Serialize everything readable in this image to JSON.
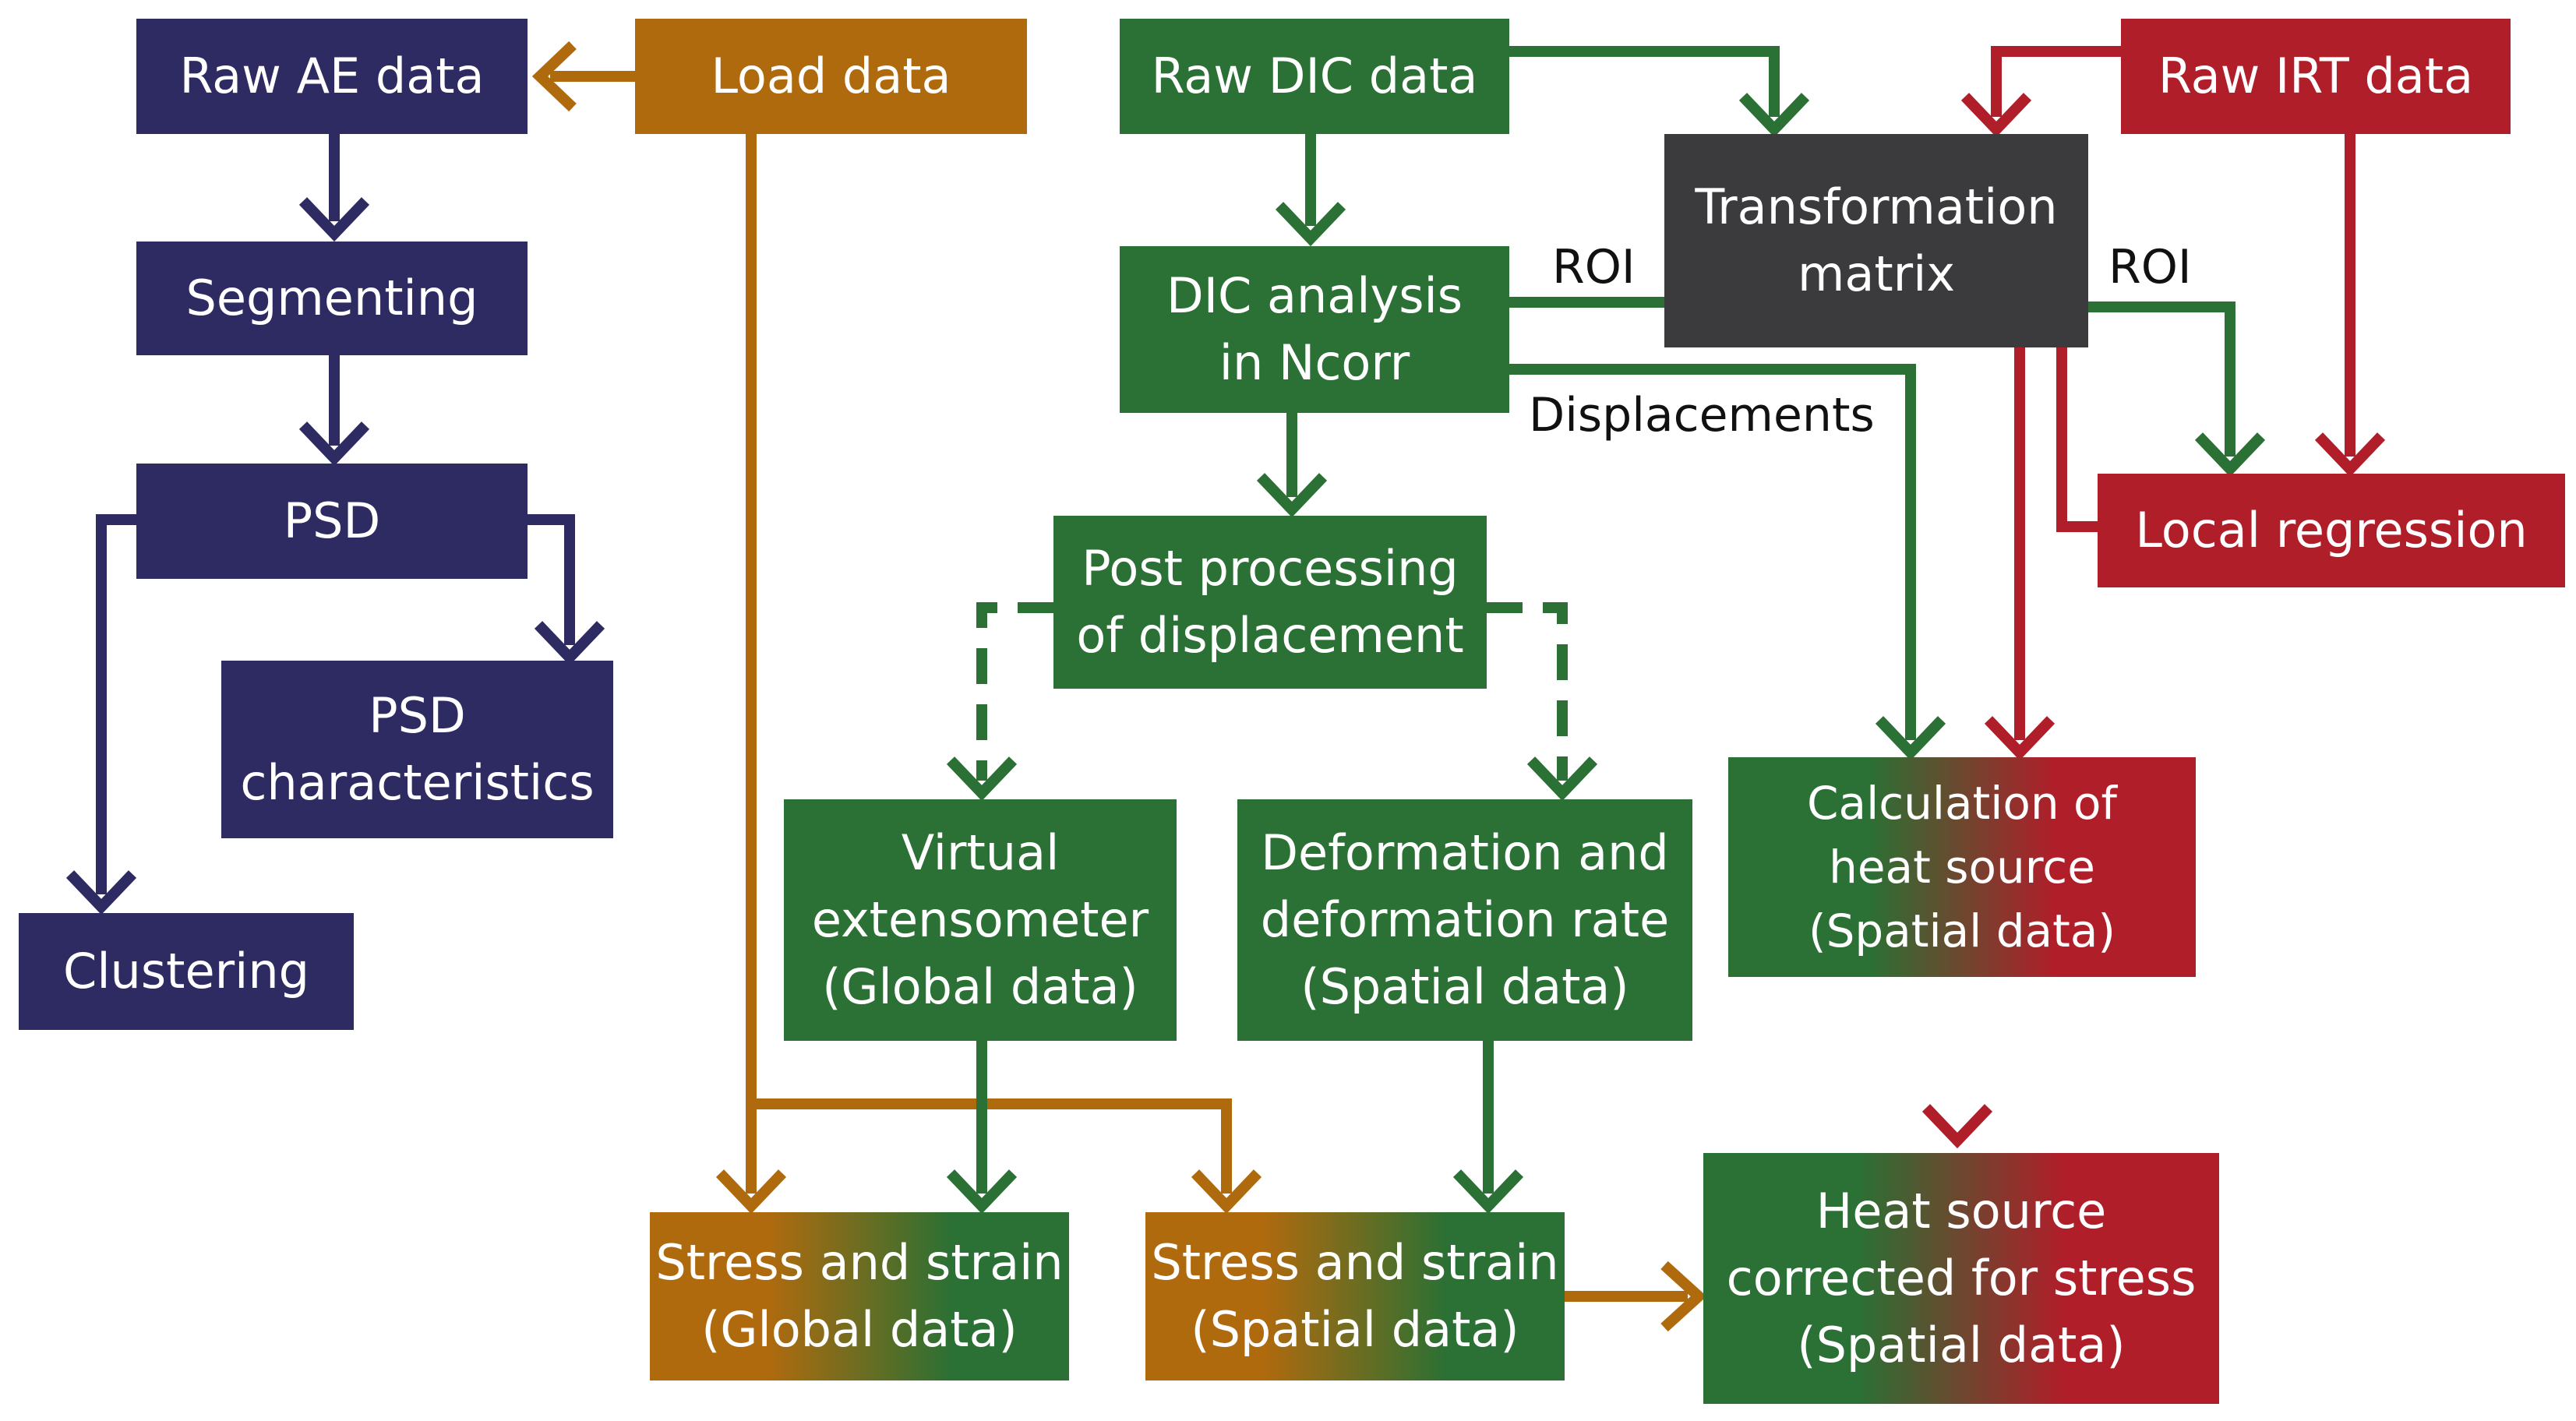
{
  "colors": {
    "ae": "#2e2a62",
    "load": "#b06a0e",
    "dic": "#2b7034",
    "irt": "#b01e2a",
    "matrix": "#3b3b3d",
    "label": "#111111"
  },
  "nodes": {
    "raw_ae": "Raw AE data",
    "segmenting": "Segmenting",
    "psd": "PSD",
    "psd_characteristics": "PSD\ncharacteristics",
    "clustering": "Clustering",
    "load_data": "Load data",
    "raw_dic": "Raw DIC data",
    "dic_analysis": "DIC analysis\nin Ncorr",
    "post_processing": "Post processing\nof displacement",
    "virtual_extensometer": "Virtual\nextensometer\n(Global data)",
    "deformation": "Deformation and\ndeformation rate\n(Spatial data)",
    "stress_global": "Stress and strain\n(Global data)",
    "stress_spatial": "Stress and strain\n(Spatial data)",
    "transformation_matrix": "Transformation\nmatrix",
    "raw_irt": "Raw IRT data",
    "local_regression": "Local regression",
    "heat_source": "Calculation of\nheat source\n(Spatial data)",
    "heat_corrected": "Heat source\ncorrected for stress\n(Spatial data)"
  },
  "labels": {
    "roi_left": "ROI",
    "roi_right": "ROI",
    "displacements": "Displacements"
  }
}
